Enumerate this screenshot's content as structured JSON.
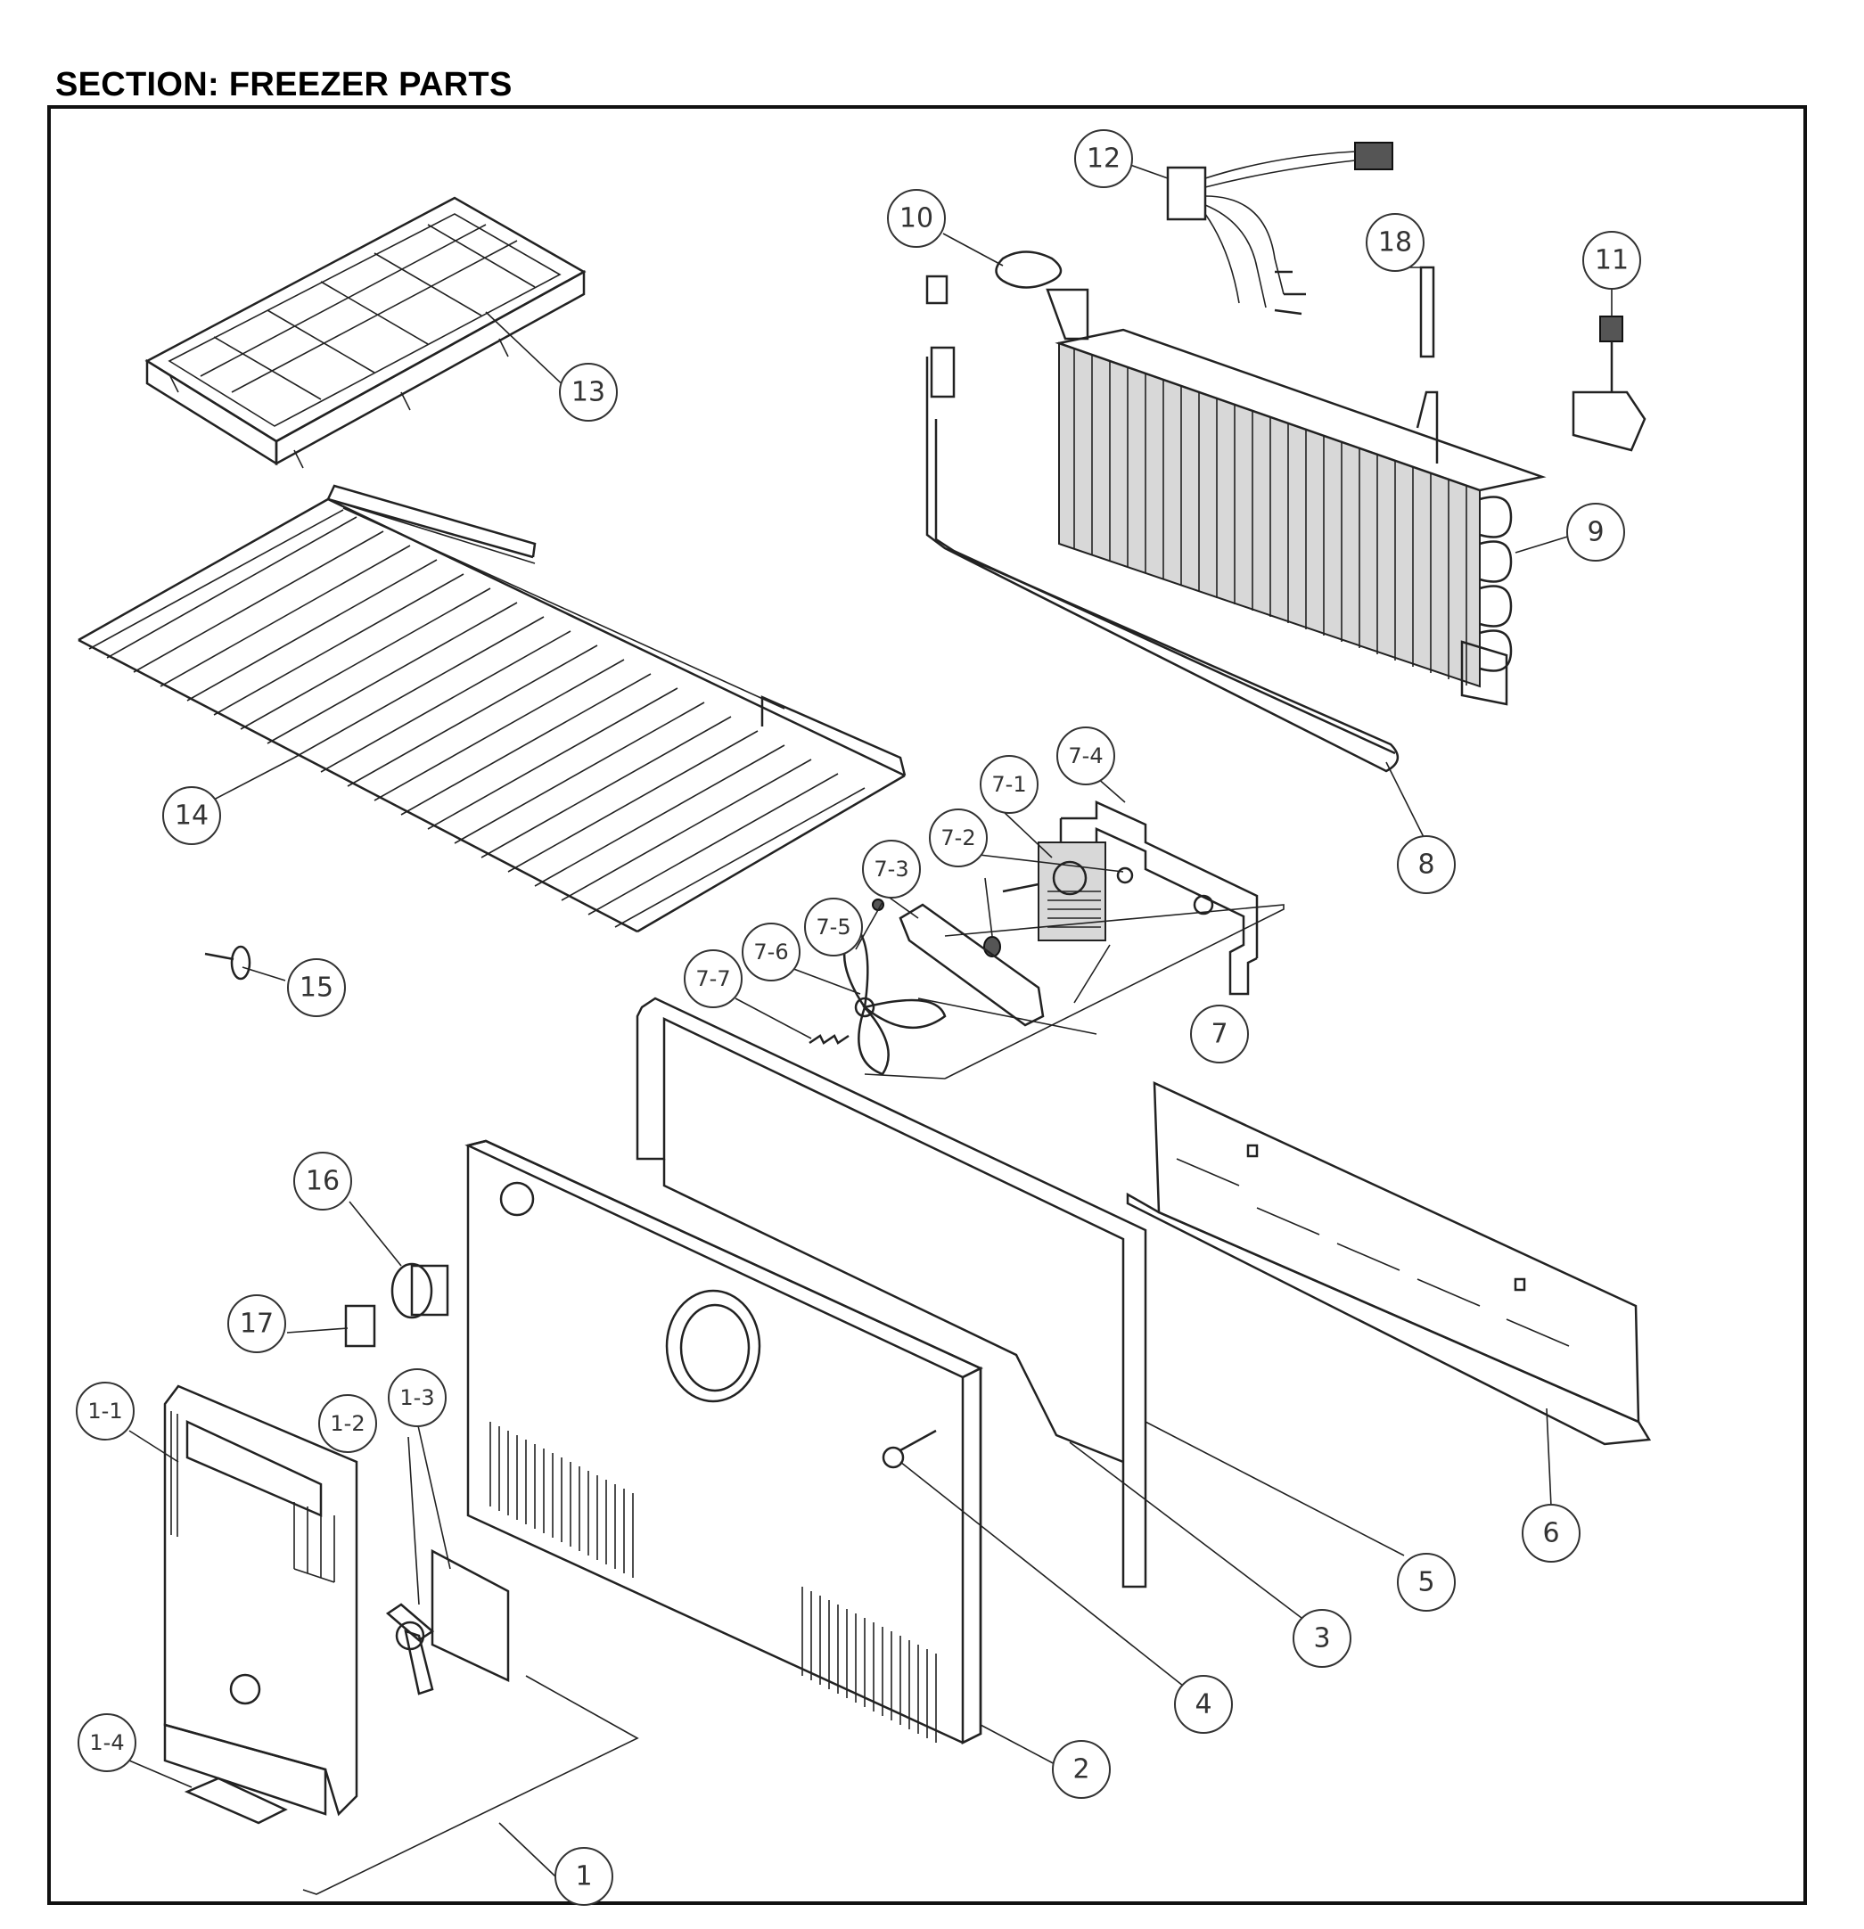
{
  "section_title": "SECTION: FREEZER PARTS",
  "callouts": [
    {
      "id": "c1",
      "label": "1"
    },
    {
      "id": "c1-1",
      "label": "1-1"
    },
    {
      "id": "c1-2",
      "label": "1-2"
    },
    {
      "id": "c1-3",
      "label": "1-3"
    },
    {
      "id": "c1-4",
      "label": "1-4"
    },
    {
      "id": "c2",
      "label": "2"
    },
    {
      "id": "c3",
      "label": "3"
    },
    {
      "id": "c4",
      "label": "4"
    },
    {
      "id": "c5",
      "label": "5"
    },
    {
      "id": "c6",
      "label": "6"
    },
    {
      "id": "c7",
      "label": "7"
    },
    {
      "id": "c7-1",
      "label": "7-1"
    },
    {
      "id": "c7-2",
      "label": "7-2"
    },
    {
      "id": "c7-3",
      "label": "7-3"
    },
    {
      "id": "c7-4",
      "label": "7-4"
    },
    {
      "id": "c7-5",
      "label": "7-5"
    },
    {
      "id": "c7-6",
      "label": "7-6"
    },
    {
      "id": "c7-7",
      "label": "7-7"
    },
    {
      "id": "c8",
      "label": "8"
    },
    {
      "id": "c9",
      "label": "9"
    },
    {
      "id": "c10",
      "label": "10"
    },
    {
      "id": "c11",
      "label": "11"
    },
    {
      "id": "c12",
      "label": "12"
    },
    {
      "id": "c13",
      "label": "13"
    },
    {
      "id": "c14",
      "label": "14"
    },
    {
      "id": "c15",
      "label": "15"
    },
    {
      "id": "c16",
      "label": "16"
    },
    {
      "id": "c17",
      "label": "17"
    },
    {
      "id": "c18",
      "label": "18"
    }
  ]
}
